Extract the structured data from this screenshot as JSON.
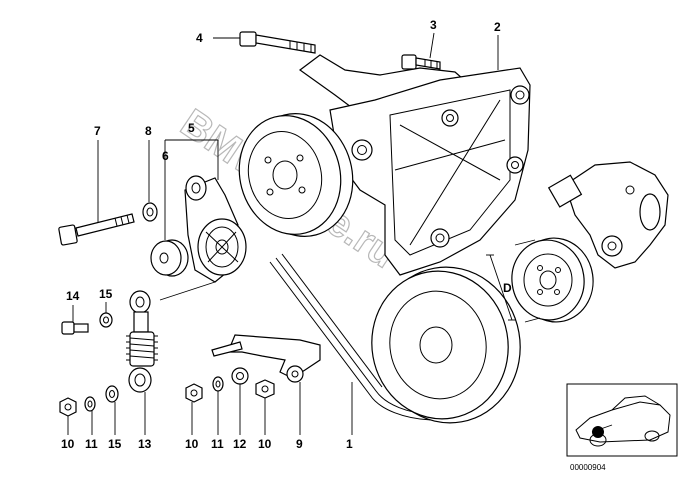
{
  "diagram": {
    "labels": {
      "l1": "1",
      "l2": "2",
      "l3": "3",
      "l4": "4",
      "l5": "5",
      "l6": "6",
      "l7": "7",
      "l8": "8",
      "l9": "9",
      "l10a": "10",
      "l10b": "10",
      "l10c": "10",
      "l11a": "11",
      "l11b": "11",
      "l12": "12",
      "l13": "13",
      "l14": "14",
      "l15a": "15",
      "l15b": "15",
      "dim": "D"
    },
    "watermark": "BMWstore.ru",
    "reference_number": "00000904"
  }
}
